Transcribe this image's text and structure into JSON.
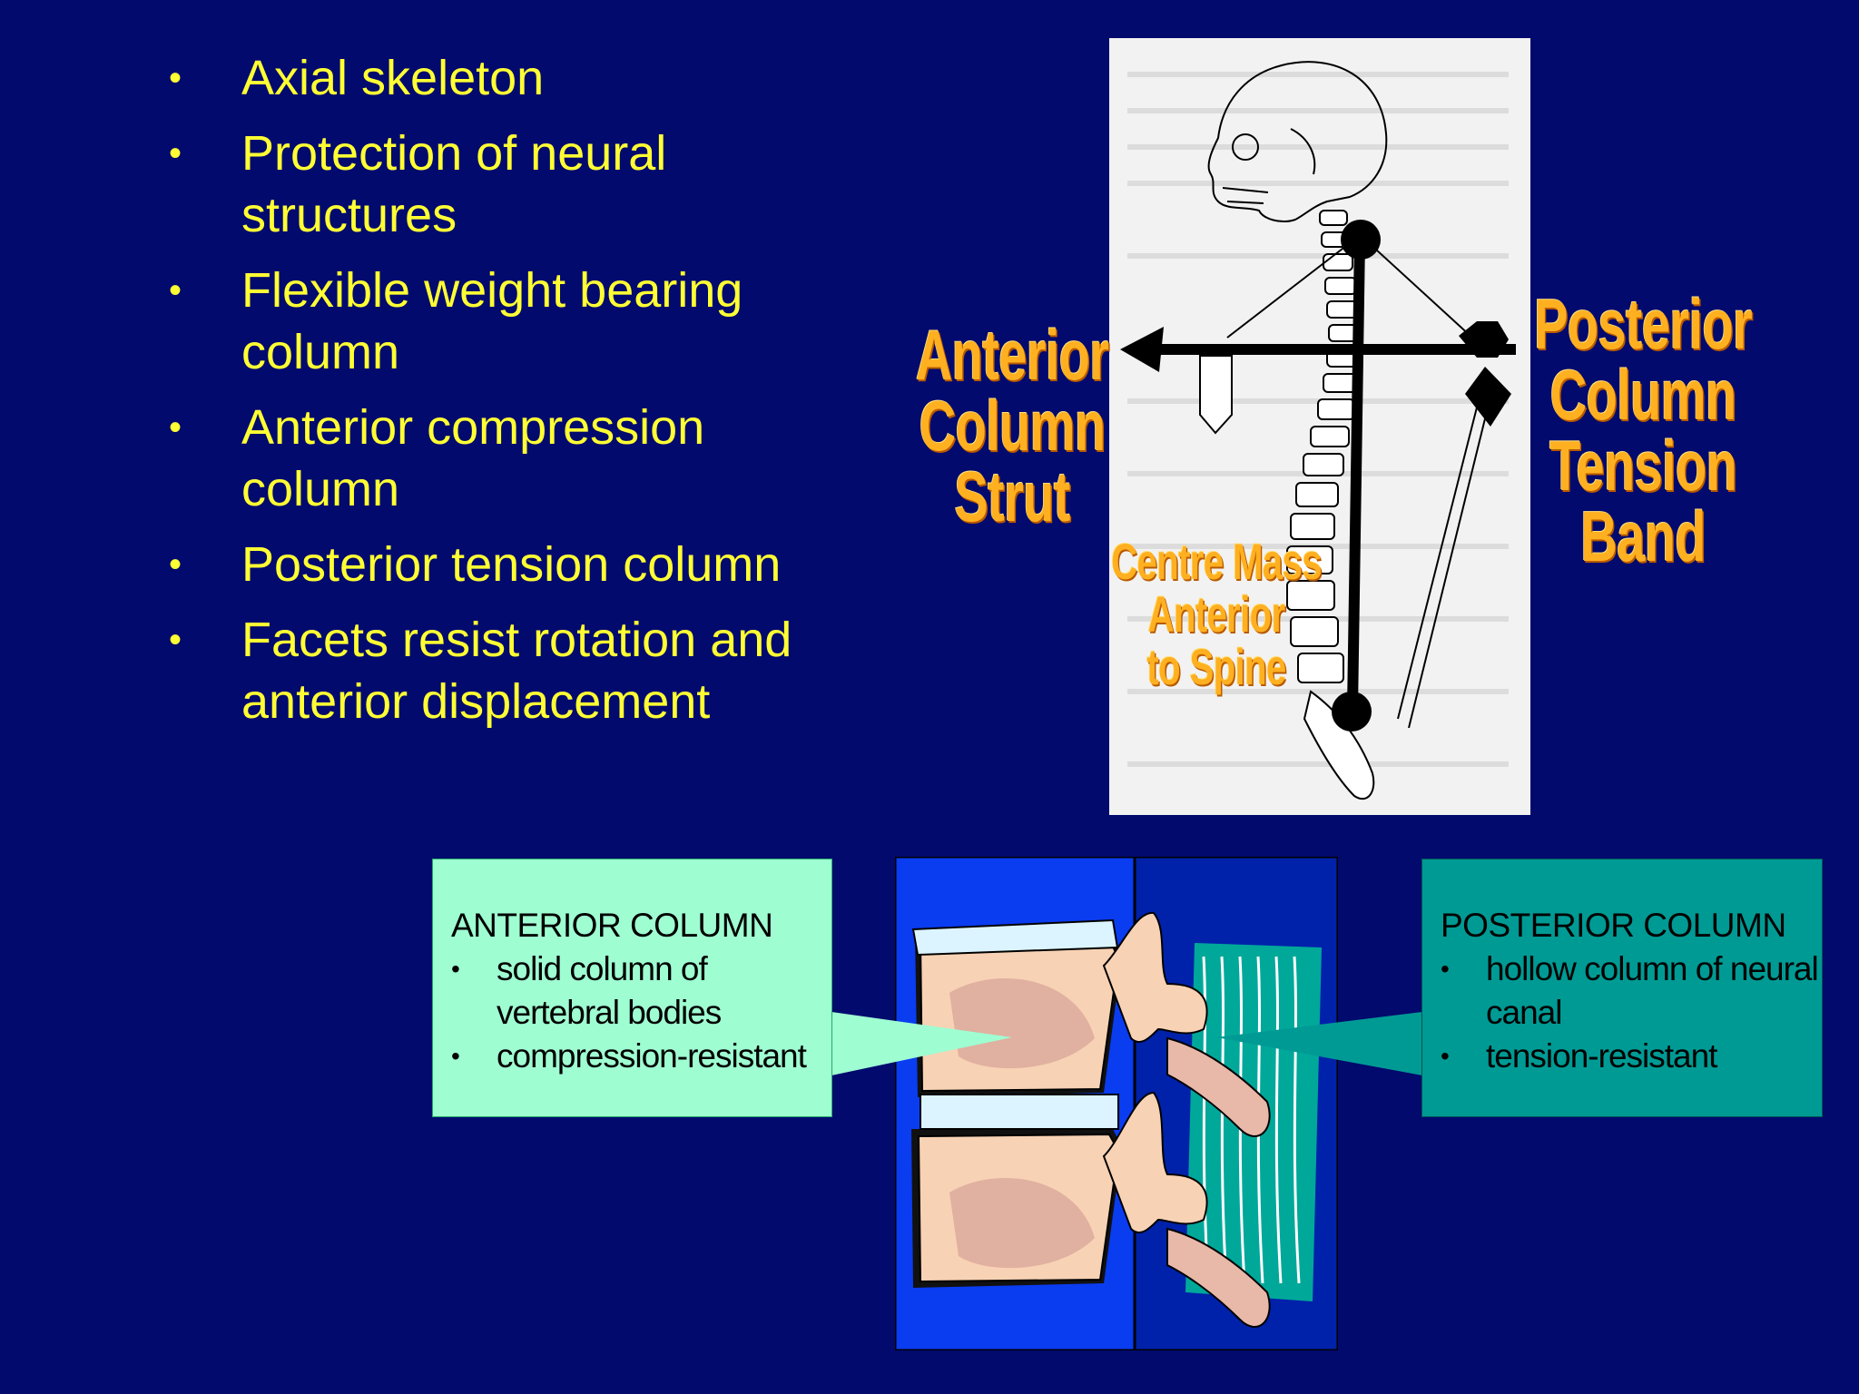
{
  "bullets": [
    "Axial skeleton",
    "Protection of neural structures",
    "Flexible weight bearing column",
    "Anterior compression column",
    "Posterior tension column",
    "Facets resist rotation and anterior displacement"
  ],
  "labels": {
    "anterior": [
      "Anterior",
      "Column",
      "Strut"
    ],
    "posterior": [
      "Posterior",
      "Column",
      "Tension",
      "Band"
    ],
    "centre": [
      "Centre Mass",
      "Anterior",
      "to Spine"
    ]
  },
  "anterior_box": {
    "title": "ANTERIOR COLUMN",
    "items": [
      "solid column of vertebral bodies",
      "compression-resistant"
    ]
  },
  "posterior_box": {
    "title": "POSTERIOR COLUMN",
    "items": [
      "hollow column of neural canal",
      "tension-resistant"
    ]
  },
  "colors": {
    "background": "#020A6E",
    "bullet_text": "#FFFF33",
    "label_orange": "#FFB020",
    "anterior_box": "#9FFDD2",
    "posterior_box": "#009A94"
  }
}
